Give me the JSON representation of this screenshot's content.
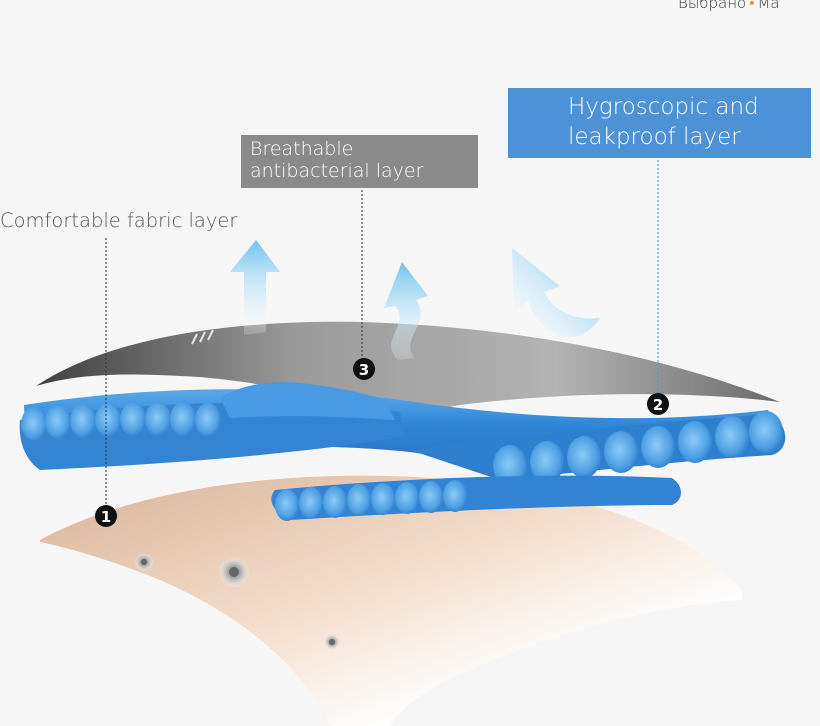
{
  "header": {
    "cropped_text_left": "Выбрано",
    "cropped_text_right": "Ма",
    "separator": "•"
  },
  "layers": [
    {
      "number": "1",
      "label": "Comfortable fabric layer"
    },
    {
      "number": "2",
      "label": "Hygroscopic and leakproof layer"
    },
    {
      "number": "3",
      "label": "Breathable antibacterial layer"
    }
  ],
  "colors": {
    "background": "#f6f6f6",
    "skin": "#e9cdb5",
    "fiber_blue": "#3c8fdc",
    "membrane_gray": "#8f8f8f",
    "arrow_blue": "#7cc6ee",
    "label_box_gray": "#8a8a8a",
    "label_box_blue": "#4d92d6"
  },
  "icons": [
    "arrow-up-icon",
    "wavy-arrow-icon",
    "curved-arrow-icon",
    "bacteria-icon"
  ]
}
